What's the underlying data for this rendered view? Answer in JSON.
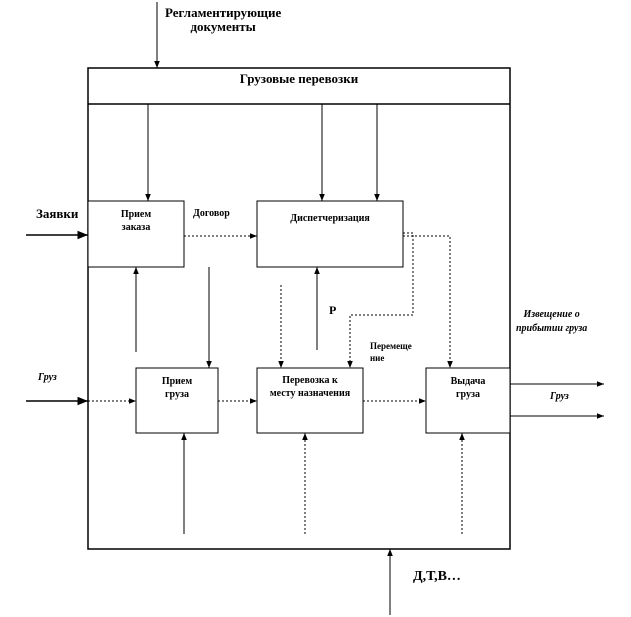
{
  "controls": {
    "regulations": "Регламентирующие\nдокументы"
  },
  "main": {
    "title": "Грузовые перевозки"
  },
  "boxes": {
    "order": "Прием\nзаказа",
    "dispatch": "Диспетчеризация",
    "cargo_receipt": "Прием\nгруза",
    "transport": "Перевозка к\nместу назначения",
    "delivery": "Выдача\nгруза"
  },
  "inputs": {
    "requests": "Заявки",
    "cargo": "Груз"
  },
  "outputs": {
    "notice": "Извещение о\nприбытии груза",
    "cargo": "Груз"
  },
  "flows": {
    "contract": "Договор",
    "p": "Р",
    "movement": "Перемеще\nние"
  },
  "mechanisms": {
    "resources": "Д,Т,В…"
  }
}
